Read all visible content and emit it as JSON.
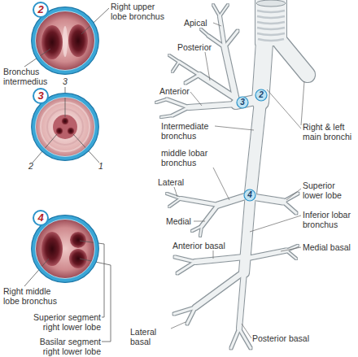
{
  "diagram": {
    "nodes": [
      {
        "text": [
          "2"
        ]
      },
      {
        "text": [
          "3"
        ]
      },
      {
        "text": [
          "4"
        ]
      },
      {
        "text": [
          "3"
        ]
      },
      {
        "text": [
          "2"
        ]
      },
      {
        "text": [
          "4"
        ]
      }
    ],
    "labels": [
      "Right upper lobe bronchus",
      "Apical",
      "Posterior",
      "Bronchus intermedius",
      "Anterior",
      "3",
      "Intermediate bronchus",
      "Right & left main bronchi",
      "middle lobar bronchus",
      "2",
      "1",
      "Lateral",
      "Superior lower lobe",
      "Inferior lobar bronchus",
      "Medial",
      "Anterior basal",
      "Medial basal",
      "Right middle lobe bronchus",
      "Superior segment right lower lobe",
      "Lateral basal",
      "Posterior basal",
      "Basilar segment right lower lobe"
    ]
  }
}
